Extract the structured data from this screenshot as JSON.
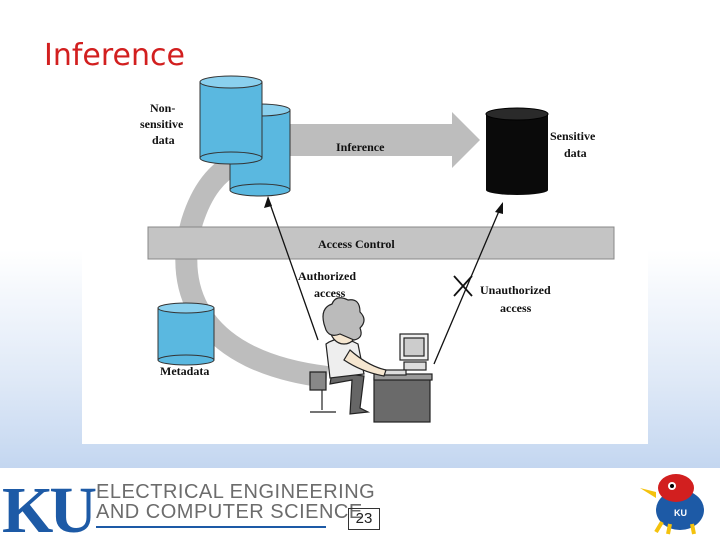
{
  "slide": {
    "title": "Inference",
    "page_number": "23"
  },
  "diagram": {
    "nonsensitive_label": [
      "Non-",
      "sensitive",
      "data"
    ],
    "inference_label": "Inference",
    "sensitive_label": [
      "Sensitive",
      "data"
    ],
    "access_control_label": "Access Control",
    "authorized_label": [
      "Authorized",
      "access"
    ],
    "unauthorized_label": [
      "Unauthorized",
      "access"
    ],
    "metadata_label": "Metadata"
  },
  "footer": {
    "logo_text": "KU",
    "dept_line1": "ELECTRICAL ENGINEERING",
    "dept_line2": "AND COMPUTER SCIENCE"
  },
  "colors": {
    "title": "#d21f1f",
    "db_blue": "#5ab8e0",
    "db_black": "#0a0a0a",
    "arrow_gray": "#bdbdbd",
    "ku_blue": "#1d5aa6"
  }
}
